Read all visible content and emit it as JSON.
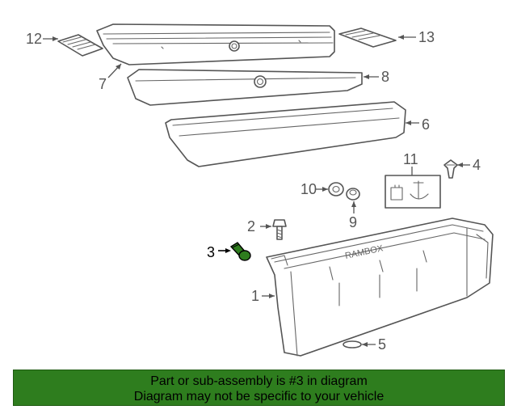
{
  "diagram": {
    "callouts": {
      "c1": "1",
      "c2": "2",
      "c3": "3",
      "c4": "4",
      "c5": "5",
      "c6": "6",
      "c7": "7",
      "c8": "8",
      "c9": "9",
      "c10": "10",
      "c11": "11",
      "c12": "12",
      "c13": "13"
    },
    "highlighted_part": "3",
    "bin_logo_text": "RAMBOX",
    "colors": {
      "highlight": "#2e7d1e",
      "banner": "#2e7d1e",
      "line": "#555555"
    }
  },
  "banner": {
    "line1": "Part or sub-assembly is #3 in diagram",
    "line2": "Diagram may not be specific to your vehicle"
  }
}
